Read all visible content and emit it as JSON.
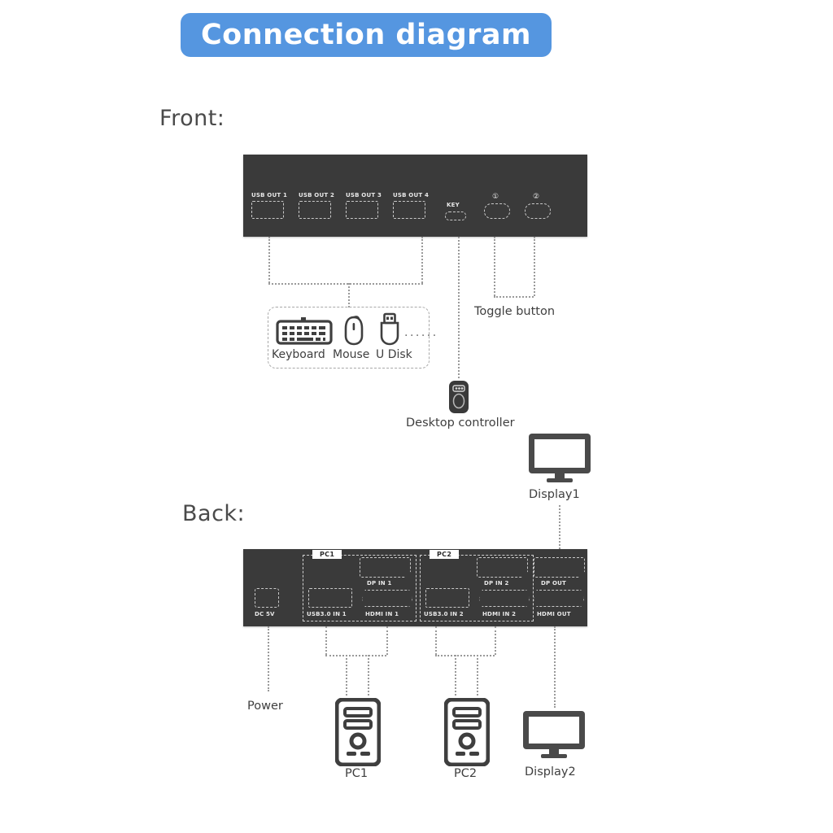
{
  "title": {
    "text": "Connection diagram",
    "bg_color": "#5596e0",
    "text_color": "#ffffff"
  },
  "sections": {
    "front": {
      "label": "Front:"
    },
    "back": {
      "label": "Back:"
    }
  },
  "front_panel": {
    "color": "#3a3a3a",
    "ports": [
      {
        "name": "usb-out-1",
        "label": "USB OUT 1"
      },
      {
        "name": "usb-out-2",
        "label": "USB OUT 2"
      },
      {
        "name": "usb-out-3",
        "label": "USB OUT 3"
      },
      {
        "name": "usb-out-4",
        "label": "USB OUT 4"
      },
      {
        "name": "key-port",
        "label": "KEY"
      }
    ],
    "buttons": [
      {
        "name": "toggle-button-1",
        "label": "①"
      },
      {
        "name": "toggle-button-2",
        "label": "②"
      }
    ]
  },
  "back_panel": {
    "color": "#3a3a3a",
    "power_port": {
      "label": "DC 5V"
    },
    "groups": [
      {
        "tag": "PC1",
        "ports": [
          {
            "name": "dp-in-1",
            "label": "DP IN 1"
          },
          {
            "name": "usb3-in-1",
            "label": "USB3.0 IN 1"
          },
          {
            "name": "hdmi-in-1",
            "label": "HDMI IN 1"
          }
        ]
      },
      {
        "tag": "PC2",
        "ports": [
          {
            "name": "dp-in-2",
            "label": "DP IN 2"
          },
          {
            "name": "usb3-in-2",
            "label": "USB3.0 IN 2"
          },
          {
            "name": "hdmi-in-2",
            "label": "HDMI IN 2"
          }
        ]
      }
    ],
    "outputs": [
      {
        "name": "dp-out",
        "label": "DP OUT"
      },
      {
        "name": "hdmi-out",
        "label": "HDMI OUT"
      }
    ]
  },
  "peripherals": {
    "items": [
      {
        "name": "keyboard",
        "label": "Keyboard"
      },
      {
        "name": "mouse",
        "label": "Mouse"
      },
      {
        "name": "u-disk",
        "label": "U Disk"
      }
    ],
    "more_indicator": "······"
  },
  "annotations": {
    "toggle_button": "Toggle button",
    "desktop_controller": "Desktop controller",
    "power": "Power",
    "display1": "Display1",
    "display2": "Display2",
    "pc1": "PC1",
    "pc2": "PC2"
  }
}
